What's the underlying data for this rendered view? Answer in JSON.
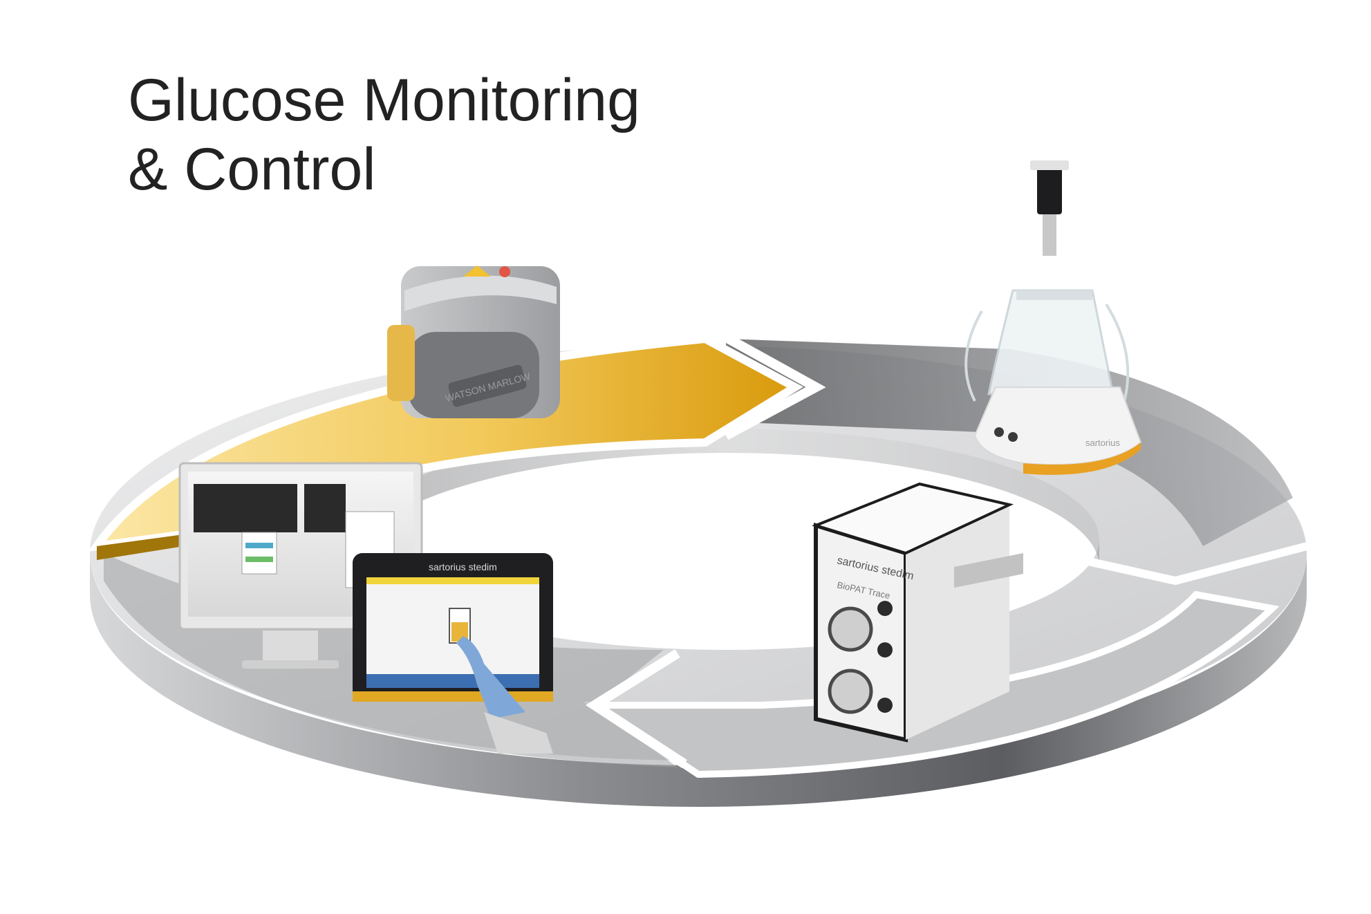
{
  "title": {
    "line1": "Glucose Monitoring",
    "line2": "& Control"
  },
  "devices": {
    "pump": {
      "icon": "peristaltic-pump-icon",
      "brand_label": "WATSON MARLOW"
    },
    "bioreactor": {
      "icon": "bioreactor-vessel-icon",
      "brand_label": "sartorius"
    },
    "analyzer": {
      "icon": "sampling-analyzer-icon",
      "brand_label": "sartorius stedim",
      "model_label": "BioPAT Trace"
    },
    "control_station": {
      "icon": "control-monitor-icon",
      "touch_panel_label": "sartorius stedim"
    }
  },
  "colors": {
    "gold": "#e8b53a",
    "gold_light": "#f6dc8a",
    "gray_dark": "#6e6f73",
    "gray_mid": "#a6a7ab",
    "gray_light": "#d9dadc",
    "ring_outline": "#ffffff"
  }
}
